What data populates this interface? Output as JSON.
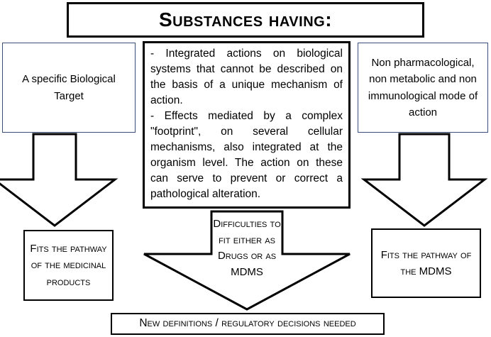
{
  "title": "Substances having:",
  "left_box": {
    "text": "A specific Biological Target"
  },
  "center_box": {
    "para1": "- Integrated actions on biological systems that cannot be described on the basis of a unique mechanism of action.",
    "para2": "- Effects mediated by a complex \"footprint\", on several cellular mechanisms, also integrated at the organism level. The action on these can serve to prevent or correct a pathological alteration."
  },
  "right_box": {
    "text": "Non pharmacological, non metabolic and non immunological mode of action"
  },
  "left_outcome": {
    "text": "Fits the pathway of the medicinal products"
  },
  "center_outcome": {
    "text": "Difficulties to fit either as Drugs or as MDMS"
  },
  "right_outcome": {
    "text": "Fits the pathway of the MDMS"
  },
  "bottom_box": {
    "text": "New definitions / regulatory decisions needed"
  }
}
